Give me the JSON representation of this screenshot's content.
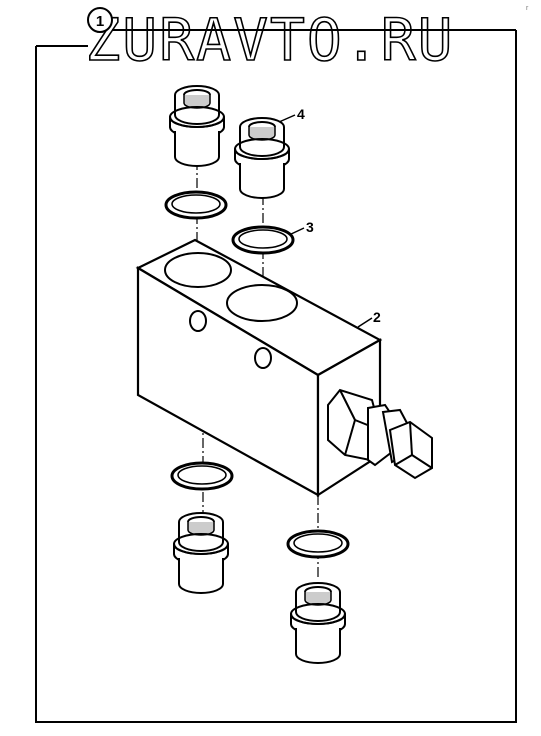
{
  "watermark": {
    "text": "ZURAVTO.RU"
  },
  "figure": {
    "number": "1"
  },
  "callouts": {
    "block": "2",
    "oring": "3",
    "fitting": "4"
  },
  "corner_note": "r"
}
